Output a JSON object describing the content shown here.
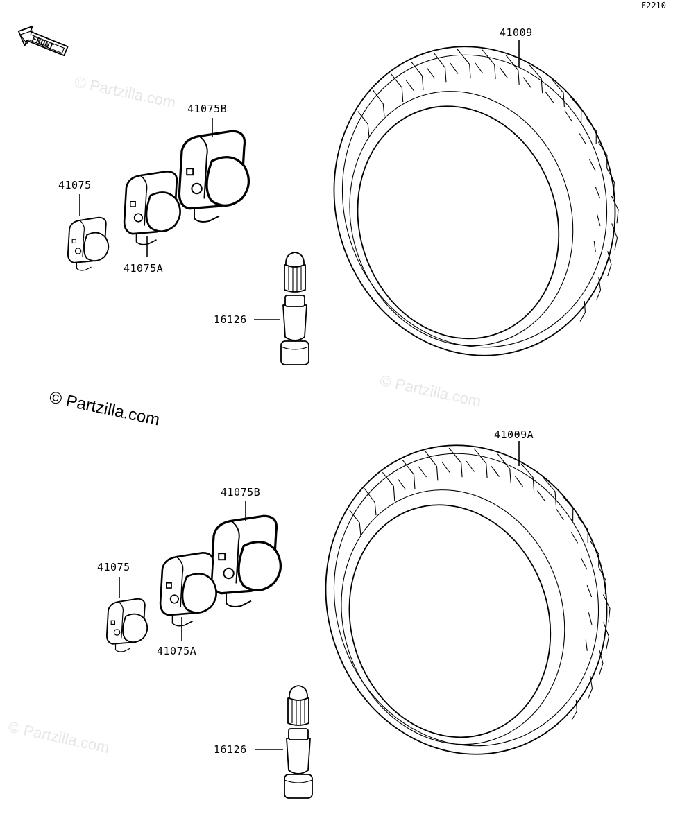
{
  "figure_code": "F2210",
  "front_arrow_label": "FRONT",
  "copyright": "© Partzilla.com",
  "watermark": "© Partzilla.com",
  "groups": [
    {
      "tire": "41009",
      "weight": "41075",
      "weight_a": "41075A",
      "weight_b": "41075B",
      "valve": "16126"
    },
    {
      "tire": "41009A",
      "weight": "41075",
      "weight_a": "41075A",
      "weight_b": "41075B",
      "valve": "16126"
    }
  ]
}
